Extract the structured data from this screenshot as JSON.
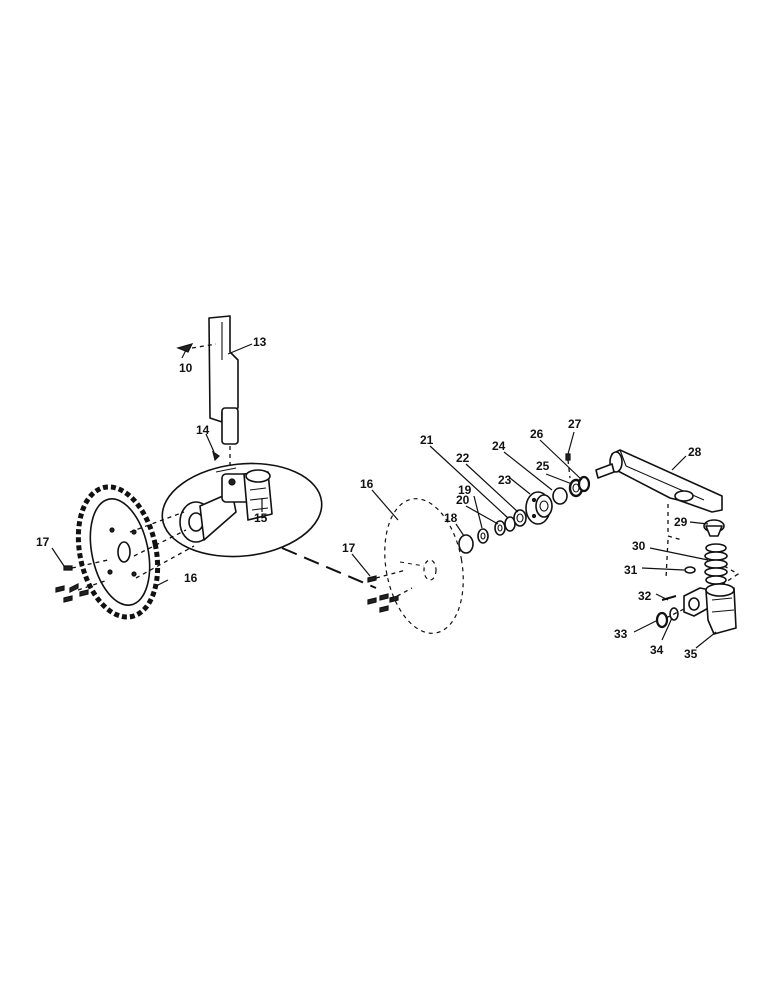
{
  "labels": {
    "l10": "10",
    "l13": "13",
    "l14": "14",
    "l15": "15",
    "l16a": "16",
    "l16b": "16",
    "l17a": "17",
    "l17b": "17",
    "l18": "18",
    "l19": "19",
    "l20": "20",
    "l21": "21",
    "l22": "22",
    "l23": "23",
    "l24": "24",
    "l25": "25",
    "l26": "26",
    "l27": "27",
    "l28": "28",
    "l29": "29",
    "l30": "30",
    "l31": "31",
    "l32": "32",
    "l33": "33",
    "l34": "34",
    "l35": "35"
  }
}
